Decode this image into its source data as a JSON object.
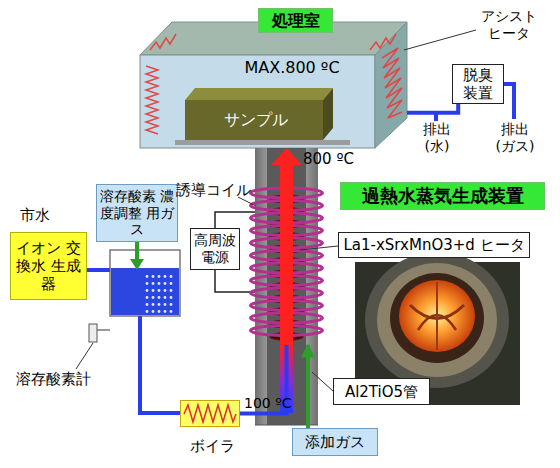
{
  "diagram": {
    "nodes": [
      {
        "text": [
          "処理室"
        ]
      },
      {
        "text": [
          "MAX.800 ºC"
        ]
      },
      {
        "text": [
          "サンプル"
        ],
        "in": 1
      },
      {
        "text": [
          "脱臭 装置"
        ]
      },
      {
        "text": [
          "過熱水蒸気生成装置"
        ]
      },
      {
        "text": [
          "800 ºC"
        ]
      },
      {
        "text": [
          "高周波 電源"
        ]
      },
      {
        "text": [
          "La1-xSrxMnO3+d ヒータ"
        ]
      },
      {
        "text": [
          "溶存酸素 濃度調整 用ガス"
        ]
      },
      {
        "text": [
          "イオン 交換水 生成器"
        ]
      },
      {
        "text": [
          "Al2TiO5管"
        ]
      },
      {
        "text": [
          "ボイラ"
        ]
      },
      {
        "text": [
          "添加ガス"
        ]
      }
    ],
    "edges": [
      {
        "from": 1,
        "to": 3,
        "arrow": "none"
      },
      {
        "from": 11,
        "to": 5,
        "arrow": "none"
      },
      {
        "from": 12,
        "to": 5,
        "arrow": "to"
      }
    ],
    "labels": [
      "アシスト ヒータ",
      "排出 (水)",
      "排出 (ガス)",
      "誘導コイル",
      "市水",
      "溶存酸素計",
      "100 ºC"
    ]
  }
}
